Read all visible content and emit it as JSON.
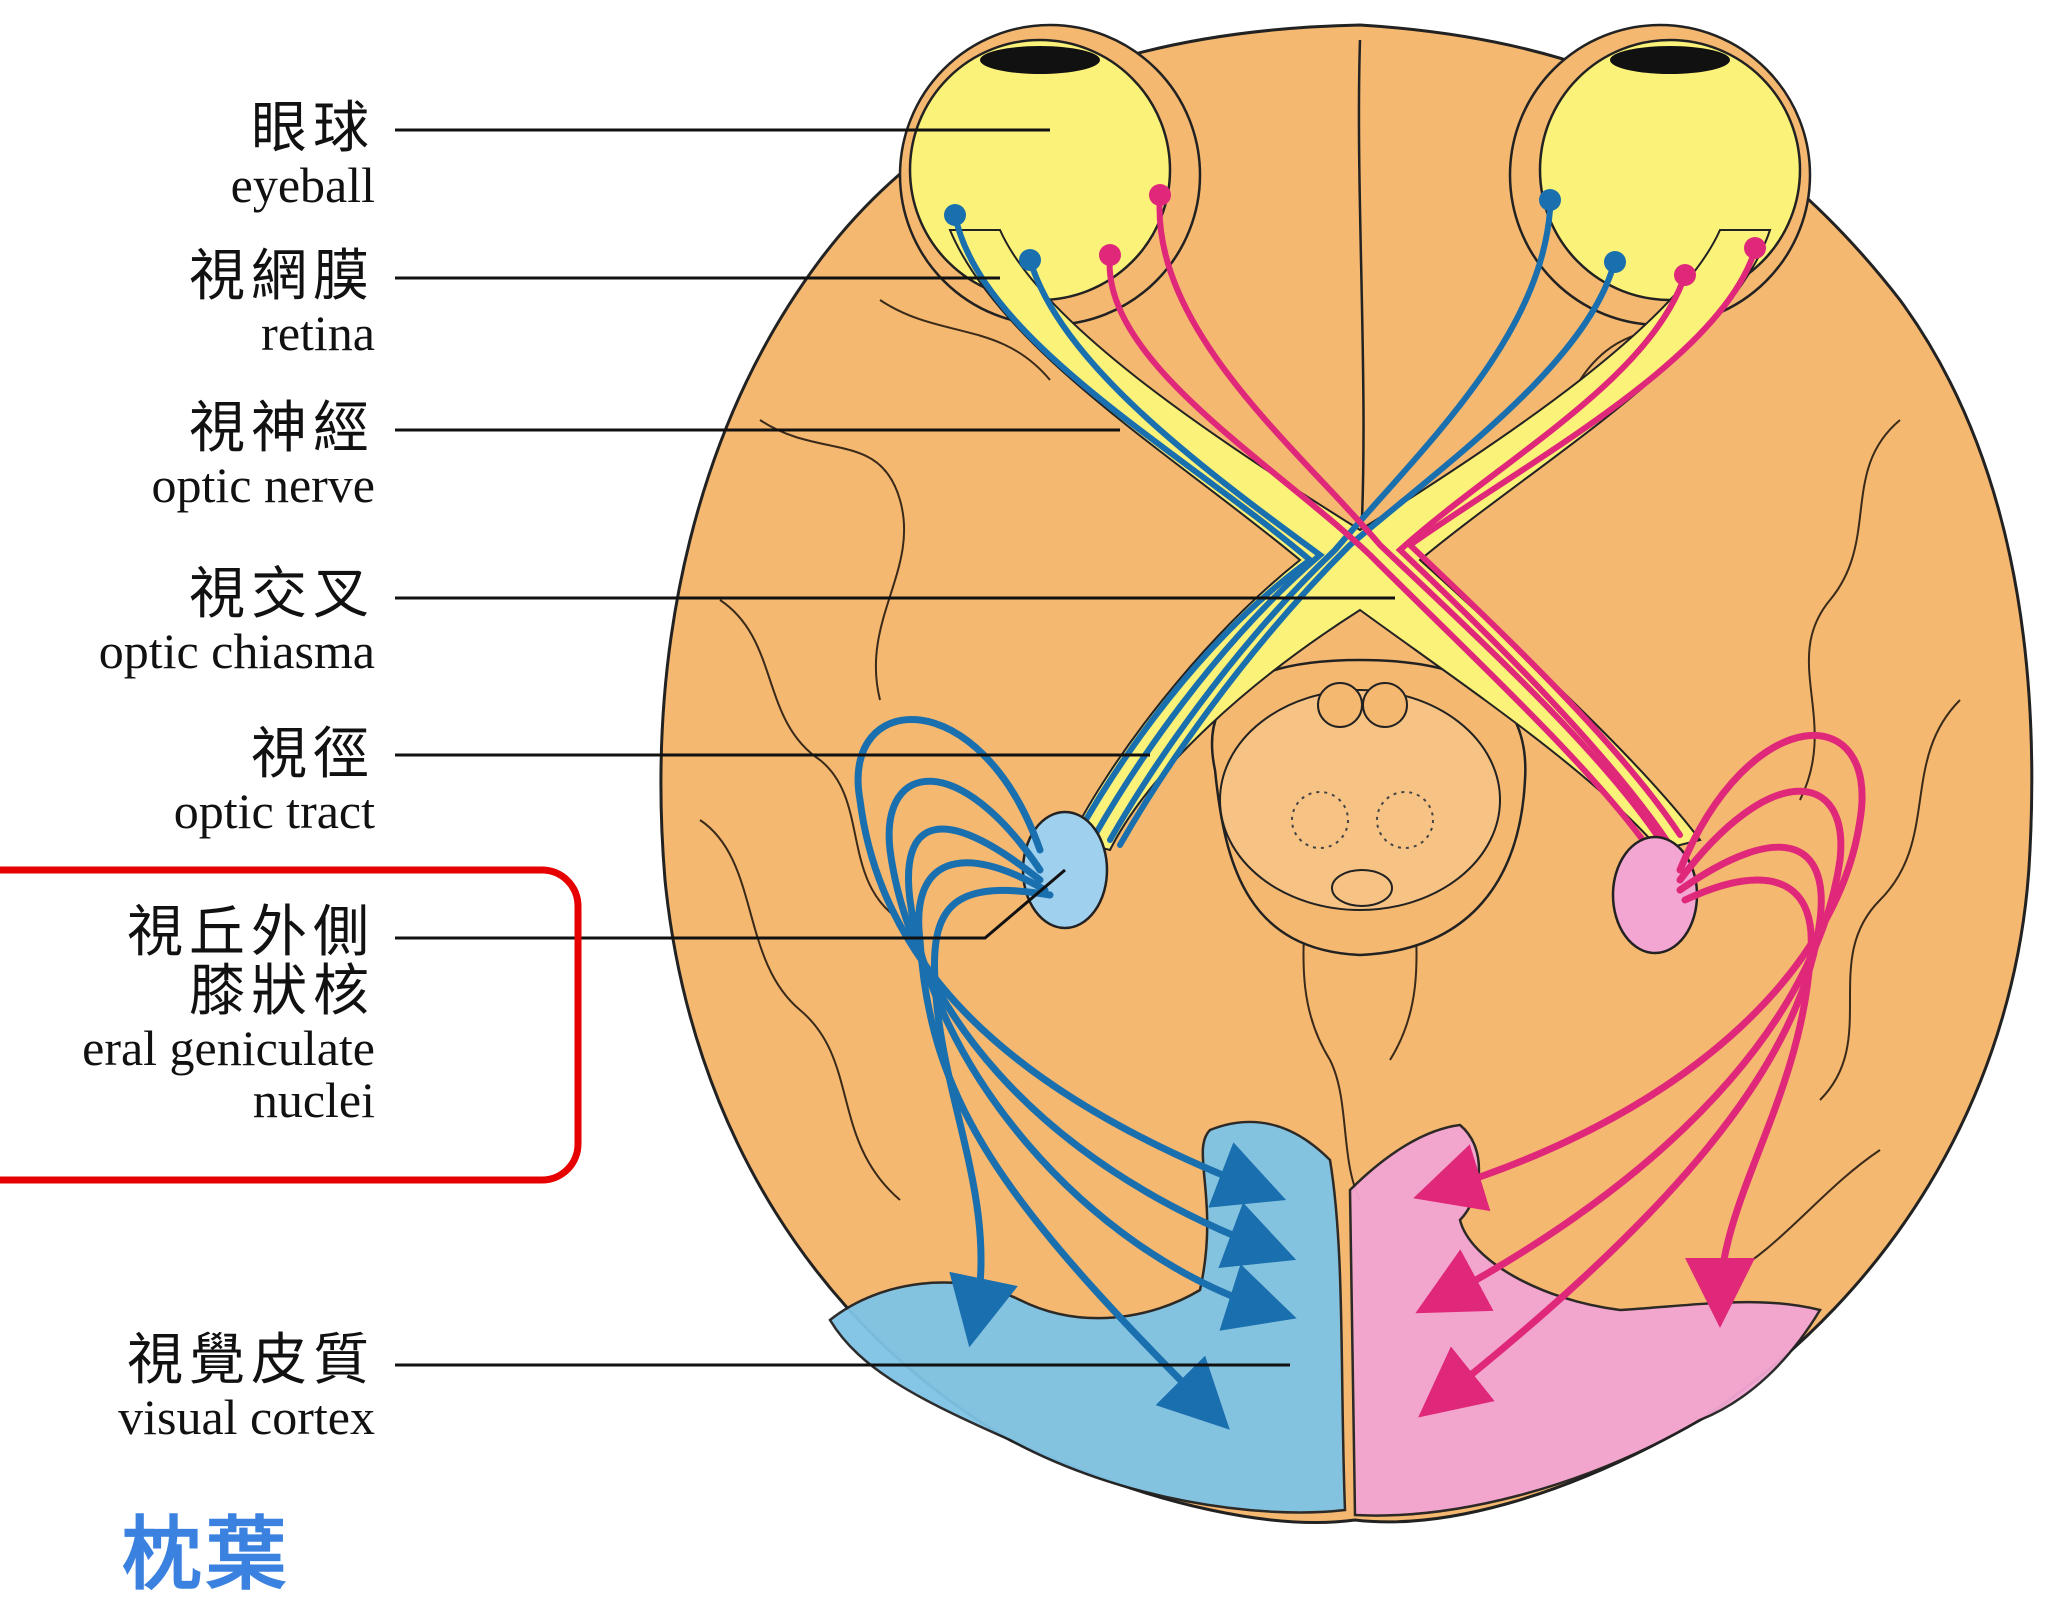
{
  "labels": {
    "eyeball": {
      "zh": "眼球",
      "en": "eyeball"
    },
    "retina": {
      "zh": "視網膜",
      "en": "retina"
    },
    "optic_nerve": {
      "zh": "視神經",
      "en": "optic nerve"
    },
    "optic_chiasma": {
      "zh": "視交叉",
      "en": "optic chiasma"
    },
    "optic_tract": {
      "zh": "視徑",
      "en": "optic tract"
    },
    "lgn": {
      "zh1": "視丘外側",
      "zh2": "膝狀核",
      "en1": "eral geniculate",
      "en2": "nuclei"
    },
    "visual_cortex": {
      "zh": "視覺皮質",
      "en": "visual cortex"
    }
  },
  "occipital_lobe": "枕葉",
  "colors": {
    "brain": "#f5b871",
    "brain_outline": "#222222",
    "eyeball": "#fbf27a",
    "left_pathway": "#1a6fae",
    "right_pathway": "#e0287a",
    "left_cortex": "#7fc4e6",
    "right_cortex": "#f3a6d2",
    "highlight_box": "#e60000",
    "lobe_text": "#3b82e0"
  }
}
